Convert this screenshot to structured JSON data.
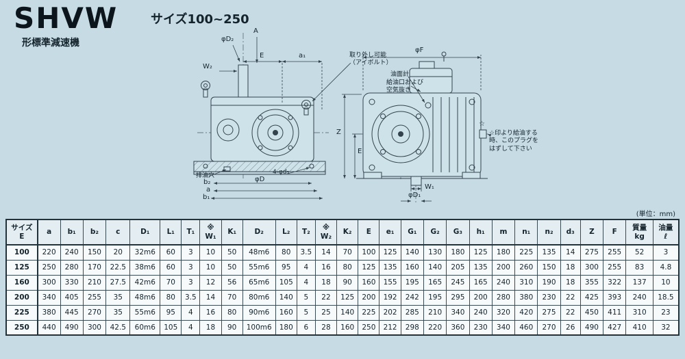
{
  "header": {
    "model": "SHVW",
    "subtitle": "形標準減速機",
    "size_range": "サイズ100~250",
    "unit_note": "(単位：mm)"
  },
  "drawing": {
    "labels": [
      {
        "id": "phi-d2",
        "text": "φD₂"
      },
      {
        "id": "section-a",
        "text": "A"
      },
      {
        "id": "dim-e-top",
        "text": "E"
      },
      {
        "id": "dim-a1",
        "text": "a₁"
      },
      {
        "id": "dim-w2",
        "text": "W₂"
      },
      {
        "id": "note-eyebolt",
        "text": "取り外し可能\n（アイボルト）"
      },
      {
        "id": "note-oil-gauge",
        "text": "油面計"
      },
      {
        "id": "note-oil-filler",
        "text": "給油口および\n空気抜き"
      },
      {
        "id": "phi-f",
        "text": "φF"
      },
      {
        "id": "note-oil-plug",
        "text": "☆印より給油する\n時、このプラグを\nはずして下さい"
      },
      {
        "id": "note-drain",
        "text": "排油穴"
      },
      {
        "id": "dim-bolt-holes",
        "text": "4-φd₃"
      },
      {
        "id": "dim-b2",
        "text": "b₂"
      },
      {
        "id": "dim-a",
        "text": "a"
      },
      {
        "id": "dim-b1",
        "text": "b₁"
      },
      {
        "id": "phi-d",
        "text": "φD"
      },
      {
        "id": "dim-z",
        "text": "Z"
      },
      {
        "id": "dim-e-side",
        "text": "E"
      },
      {
        "id": "dim-w1",
        "text": "W₁"
      },
      {
        "id": "phi-d1",
        "text": "φD₁"
      },
      {
        "id": "star-mark",
        "text": "☆"
      }
    ]
  },
  "table": {
    "headers": [
      "サイズ\nE",
      "a",
      "b₁",
      "b₂",
      "c",
      "D₁",
      "L₁",
      "T₁",
      "※\nW₁",
      "K₁",
      "D₂",
      "L₂",
      "T₂",
      "※\nW₂",
      "K₂",
      "E",
      "e₁",
      "G₁",
      "G₂",
      "G₃",
      "h₁",
      "m",
      "n₁",
      "n₂",
      "d₃",
      "Z",
      "F",
      "質量\nkg",
      "油量\nℓ"
    ],
    "rows": [
      [
        "100",
        "220",
        "240",
        "150",
        "20",
        "32m6",
        "60",
        "3",
        "10",
        "50",
        "48m6",
        "80",
        "3.5",
        "14",
        "70",
        "100",
        "125",
        "140",
        "130",
        "180",
        "125",
        "180",
        "225",
        "135",
        "14",
        "275",
        "255",
        "52",
        "3"
      ],
      [
        "125",
        "250",
        "280",
        "170",
        "22.5",
        "38m6",
        "60",
        "3",
        "10",
        "50",
        "55m6",
        "95",
        "4",
        "16",
        "80",
        "125",
        "135",
        "160",
        "140",
        "205",
        "135",
        "200",
        "260",
        "150",
        "18",
        "300",
        "255",
        "83",
        "4.8"
      ],
      [
        "160",
        "300",
        "330",
        "210",
        "27.5",
        "42m6",
        "70",
        "3",
        "12",
        "56",
        "65m6",
        "105",
        "4",
        "18",
        "90",
        "160",
        "155",
        "195",
        "165",
        "245",
        "165",
        "240",
        "310",
        "190",
        "18",
        "355",
        "322",
        "137",
        "10"
      ],
      [
        "200",
        "340",
        "405",
        "255",
        "35",
        "48m6",
        "80",
        "3.5",
        "14",
        "70",
        "80m6",
        "140",
        "5",
        "22",
        "125",
        "200",
        "192",
        "242",
        "195",
        "295",
        "200",
        "280",
        "380",
        "230",
        "22",
        "425",
        "393",
        "240",
        "18.5"
      ],
      [
        "225",
        "380",
        "445",
        "270",
        "35",
        "55m6",
        "95",
        "4",
        "16",
        "80",
        "90m6",
        "160",
        "5",
        "25",
        "140",
        "225",
        "202",
        "285",
        "210",
        "340",
        "240",
        "320",
        "420",
        "275",
        "22",
        "450",
        "411",
        "310",
        "23"
      ],
      [
        "250",
        "440",
        "490",
        "300",
        "42.5",
        "60m6",
        "105",
        "4",
        "18",
        "90",
        "100m6",
        "180",
        "6",
        "28",
        "160",
        "250",
        "212",
        "298",
        "220",
        "360",
        "230",
        "340",
        "460",
        "270",
        "26",
        "490",
        "427",
        "410",
        "32"
      ]
    ]
  }
}
